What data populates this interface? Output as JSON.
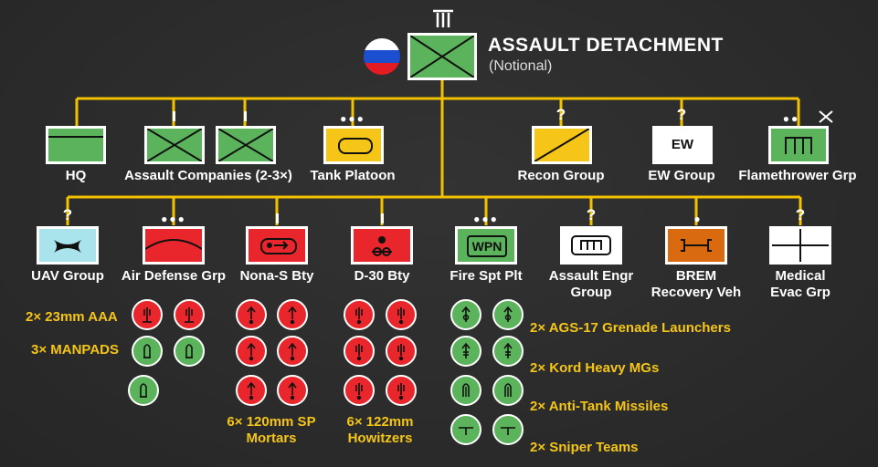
{
  "header": {
    "title": "ASSAULT DETACHMENT",
    "subtitle": "(Notional)",
    "flag_colors": [
      "#ffffff",
      "#1c4fcf",
      "#e31b23"
    ]
  },
  "units": {
    "hq": "HQ",
    "assault_companies": "Assault Companies (2-3×)",
    "tank_platoon": "Tank Platoon",
    "recon_group": "Recon Group",
    "ew_group": "EW Group",
    "ew_text": "EW",
    "flamethrower_grp": "Flamethrower Grp",
    "uav_group": "UAV Group",
    "air_defense_grp": "Air Defense Grp",
    "nona_bty": "Nona-S Bty",
    "d30_bty": "D-30 Bty",
    "fire_spt_plt": "Fire Spt Plt",
    "wpn_text": "WPN",
    "assault_engr_1": "Assault Engr",
    "assault_engr_2": "Group",
    "brem_1": "BREM",
    "brem_2": "Recovery Veh",
    "medical_1": "Medical",
    "medical_2": "Evac Grp"
  },
  "markers": {
    "unknown": "?"
  },
  "equipment": {
    "aaa": "2× 23mm AAA",
    "manpads": "3× MANPADS",
    "mortars_1": "6× 120mm SP",
    "mortars_2": "Mortars",
    "howitzers_1": "6× 122mm",
    "howitzers_2": "Howitzers",
    "ags": "2× AGS-17 Grenade Launchers",
    "kord": "2× Kord Heavy MGs",
    "atgm": "2× Anti-Tank Missiles",
    "sniper": "2× Sniper Teams"
  },
  "colors": {
    "line": "#f2c200",
    "friendly_green": "#5bb35b",
    "red": "#e8262b",
    "yellow": "#f5c518",
    "light_blue": "#a9e3ec",
    "orange": "#d96a10"
  }
}
